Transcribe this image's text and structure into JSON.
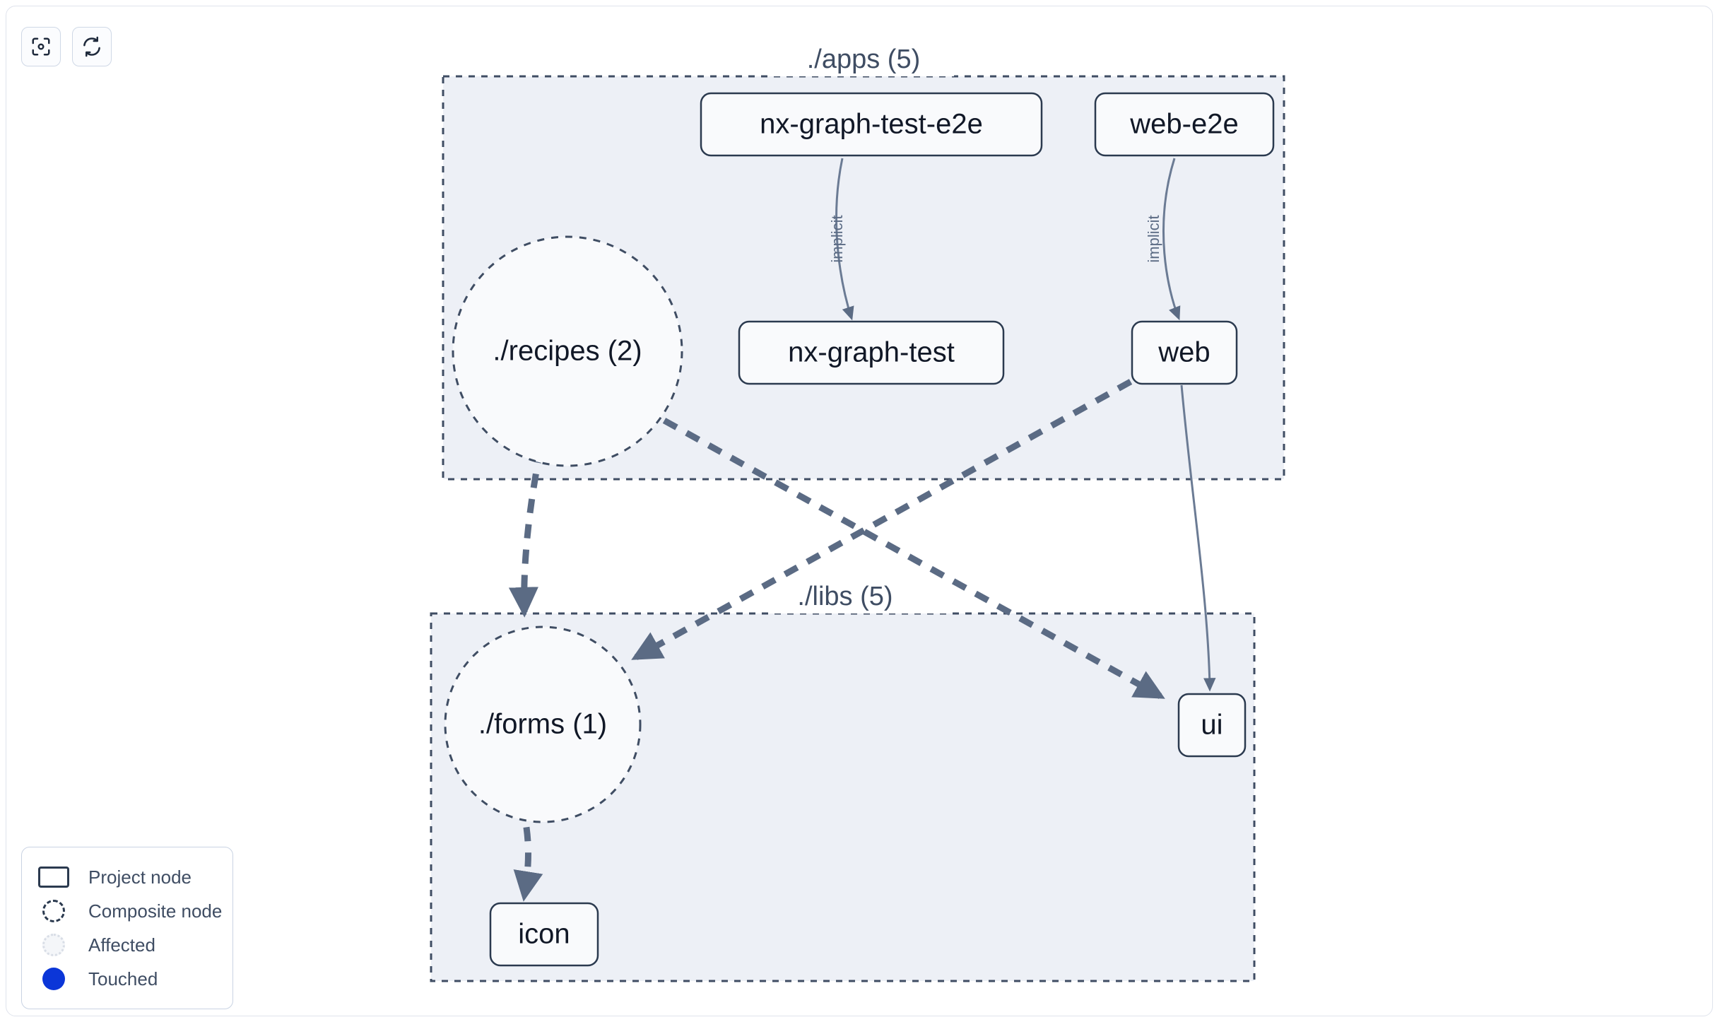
{
  "toolbar": {
    "buttons": [
      {
        "name": "focus-graph-button",
        "icon": "viewfinder-icon",
        "label": ""
      },
      {
        "name": "refresh-graph-button",
        "icon": "refresh-icon",
        "label": ""
      }
    ]
  },
  "graph": {
    "groups": [
      {
        "id": "apps",
        "label": "./apps (5)"
      },
      {
        "id": "libs",
        "label": "./libs (5)"
      }
    ],
    "nodes": [
      {
        "id": "nx-graph-test-e2e",
        "label": "nx-graph-test-e2e",
        "type": "project"
      },
      {
        "id": "web-e2e",
        "label": "web-e2e",
        "type": "project"
      },
      {
        "id": "nx-graph-test",
        "label": "nx-graph-test",
        "type": "project"
      },
      {
        "id": "web",
        "label": "web",
        "type": "project"
      },
      {
        "id": "recipes",
        "label": "./recipes (2)",
        "type": "composite"
      },
      {
        "id": "forms",
        "label": "./forms (1)",
        "type": "composite"
      },
      {
        "id": "ui",
        "label": "ui",
        "type": "project"
      },
      {
        "id": "icon",
        "label": "icon",
        "type": "project"
      }
    ],
    "edges": [
      {
        "from": "nx-graph-test-e2e",
        "to": "nx-graph-test",
        "label": "implicit",
        "style": "solid"
      },
      {
        "from": "web-e2e",
        "to": "web",
        "label": "implicit",
        "style": "solid"
      },
      {
        "from": "recipes",
        "to": "forms",
        "label": "",
        "style": "dashed"
      },
      {
        "from": "recipes",
        "to": "ui",
        "label": "",
        "style": "dashed"
      },
      {
        "from": "web",
        "to": "forms",
        "label": "",
        "style": "dashed"
      },
      {
        "from": "web",
        "to": "ui",
        "label": "",
        "style": "solid"
      },
      {
        "from": "forms",
        "to": "icon",
        "label": "",
        "style": "dashed"
      }
    ]
  },
  "legend": {
    "items": [
      {
        "swatch": "project-node-swatch",
        "label": "Project node"
      },
      {
        "swatch": "composite-node-swatch",
        "label": "Composite node"
      },
      {
        "swatch": "affected-swatch",
        "label": "Affected"
      },
      {
        "swatch": "touched-swatch",
        "label": "Touched"
      }
    ]
  },
  "colors": {
    "group_fill": "#edf0f6",
    "group_stroke": "#3f4d63",
    "node_fill": "#f9fafc",
    "node_stroke": "#2b3a4f",
    "edge": "#5b6b84",
    "touched": "#0b36d8",
    "canvas": "#ffffff"
  }
}
